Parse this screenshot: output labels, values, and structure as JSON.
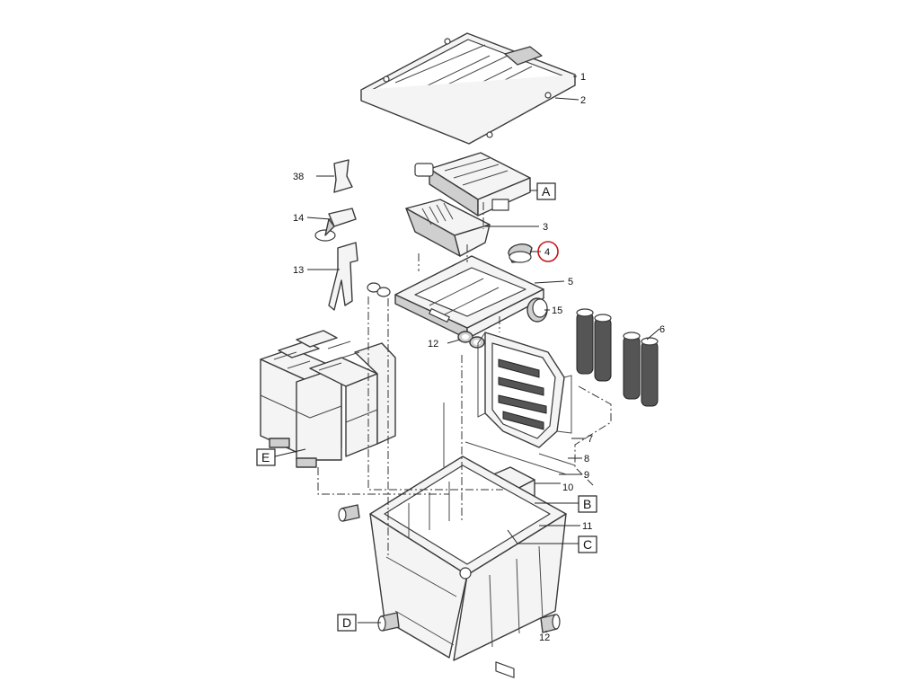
{
  "callouts": {
    "n1": "1",
    "n2": "2",
    "n3": "3",
    "n4": "4",
    "n5": "5",
    "n6": "6",
    "n7": "7",
    "n8": "8",
    "n9": "9",
    "n10": "10",
    "n11": "11",
    "n12a": "12",
    "n12b": "12",
    "n13": "13",
    "n14": "14",
    "n15": "15",
    "n38": "38"
  },
  "letters": {
    "A": "A",
    "B": "B",
    "C": "C",
    "D": "D",
    "E": "E"
  },
  "highlight": {
    "color": "#c4161c",
    "part": "4"
  }
}
